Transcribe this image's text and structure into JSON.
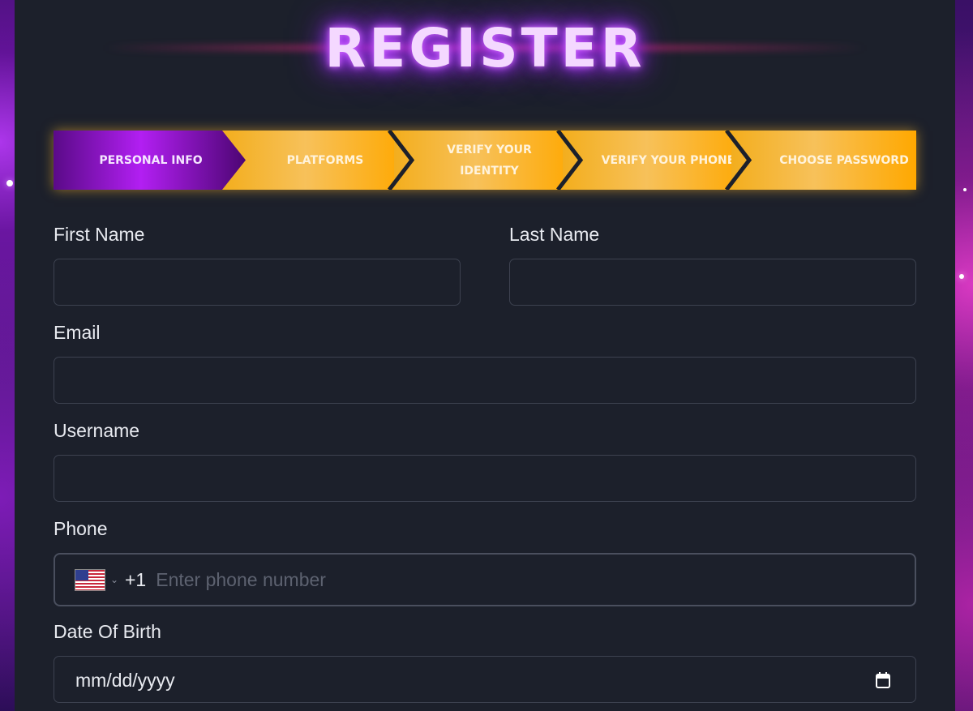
{
  "title": "REGISTER",
  "steps": [
    {
      "label": "PERSONAL INFO",
      "active": true
    },
    {
      "label": "PLATFORMS",
      "active": false
    },
    {
      "label": "VERIFY YOUR IDENTITY",
      "active": false
    },
    {
      "label": "VERIFY YOUR PHONE",
      "active": false
    },
    {
      "label": "CHOOSE PASSWORD",
      "active": false
    }
  ],
  "form": {
    "first_name": {
      "label": "First Name",
      "value": ""
    },
    "last_name": {
      "label": "Last Name",
      "value": ""
    },
    "email": {
      "label": "Email",
      "value": ""
    },
    "username": {
      "label": "Username",
      "value": ""
    },
    "phone": {
      "label": "Phone",
      "country_flag": "us-flag-icon",
      "dial_code": "+1",
      "placeholder": "Enter phone number",
      "value": ""
    },
    "dob": {
      "label": "Date Of Birth",
      "placeholder": "mm/dd/yyyy",
      "icon": "calendar-icon"
    }
  },
  "colors": {
    "panel": "#1c202b",
    "step_active": "#b21ff2",
    "step_inactive": "#f5a91a",
    "title_glow": "#b03cff"
  }
}
